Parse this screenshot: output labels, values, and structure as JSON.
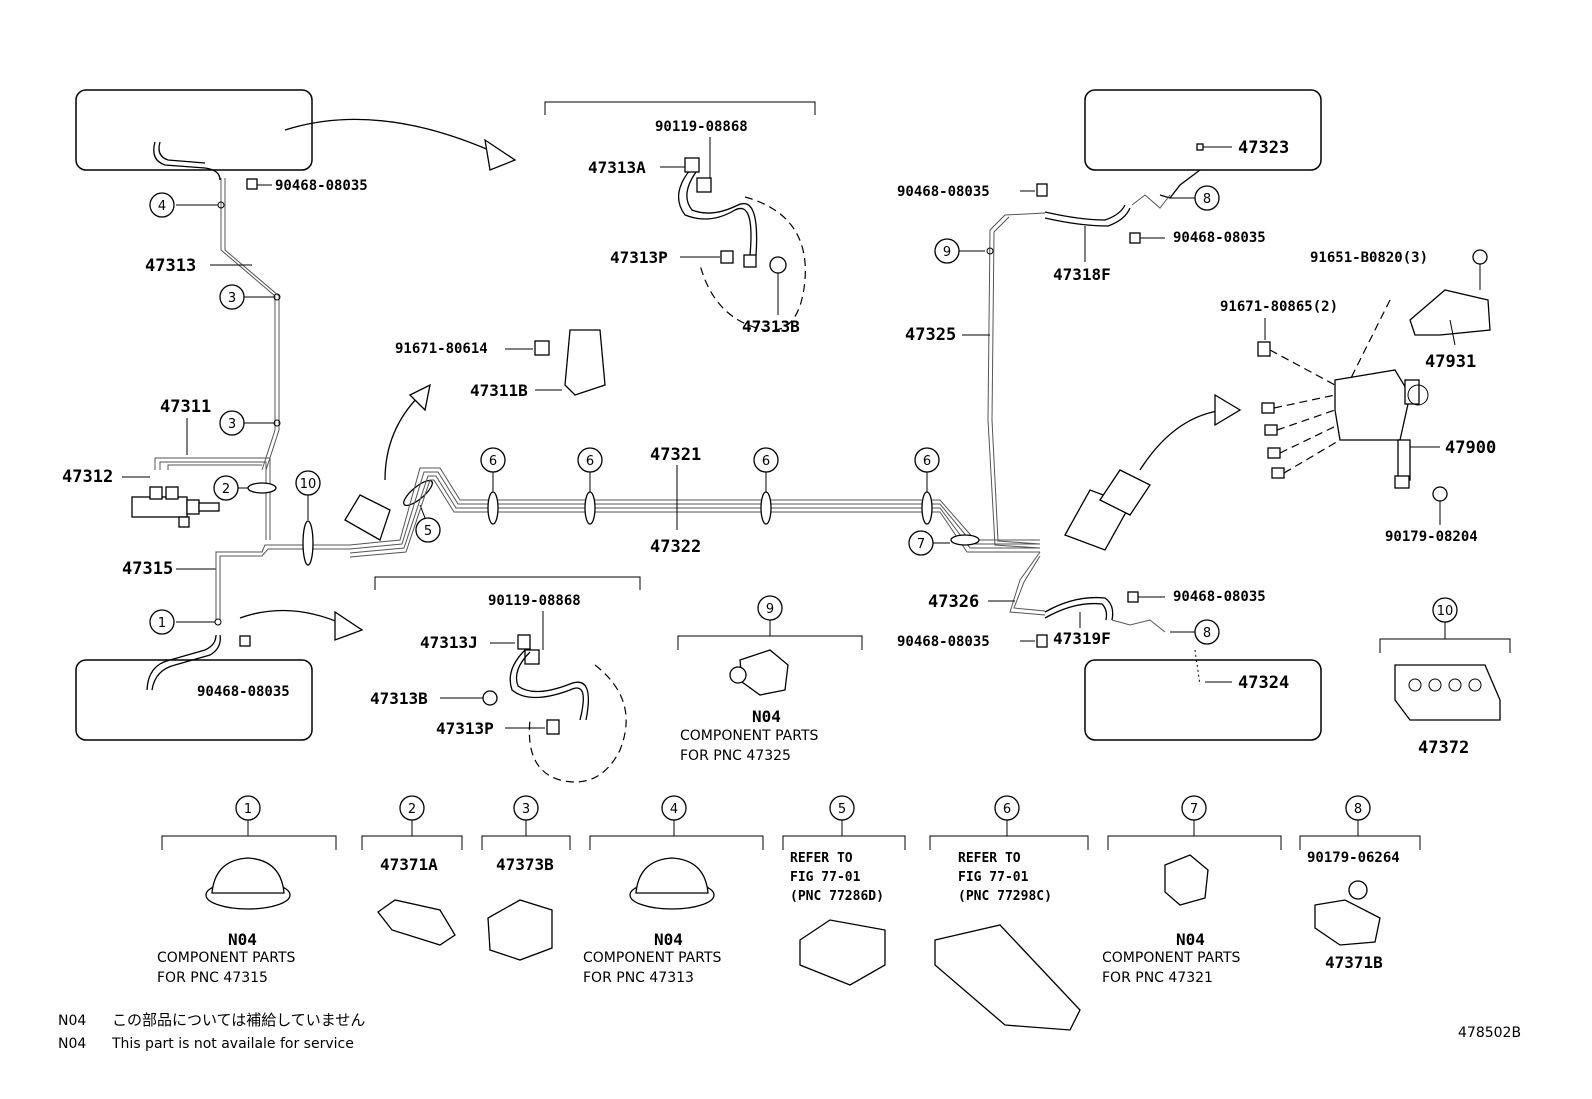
{
  "parts": {
    "p47313": "47313",
    "p47311": "47311",
    "p47312": "47312",
    "p47315": "47315",
    "p90468_tl": "90468-08035",
    "p90468_bl": "90468-08035",
    "p90119_top": "90119-08868",
    "p47313A": "47313A",
    "p47313P_top": "47313P",
    "p47313B_top": "47313B",
    "p91671_80614": "91671-80614",
    "p47311B": "47311B",
    "p47321": "47321",
    "p47322": "47322",
    "p90119_bot": "90119-08868",
    "p47313J": "47313J",
    "p47313B_bot": "47313B",
    "p47313P_bot": "47313P",
    "p47323": "47323",
    "p90468_r1": "90468-08035",
    "p90468_r2": "90468-08035",
    "p47318F": "47318F",
    "p47325": "47325",
    "p91651": "91651-B0820(3)",
    "p91671_80865": "91671-80865(2)",
    "p47931": "47931",
    "p47900": "47900",
    "p90179_08204": "90179-08204",
    "p47326": "47326",
    "p90468_r3": "90468-08035",
    "p90468_r4": "90468-08035",
    "p47319F": "47319F",
    "p47324": "47324",
    "p47372": "47372"
  },
  "callouts": [
    "1",
    "2",
    "3",
    "4",
    "5",
    "6",
    "7",
    "8",
    "9",
    "10"
  ],
  "mid9": {
    "num": "9",
    "code": "N04",
    "line1": "COMPONENT PARTS",
    "line2": "FOR PNC 47325"
  },
  "legend": [
    {
      "num": "1",
      "code": "N04",
      "line1": "COMPONENT PARTS",
      "line2": "FOR PNC 47315"
    },
    {
      "num": "2",
      "part": "47371A"
    },
    {
      "num": "3",
      "part": "47373B"
    },
    {
      "num": "4",
      "code": "N04",
      "line1": "COMPONENT PARTS",
      "line2": "FOR PNC 47313"
    },
    {
      "num": "5",
      "ref1": "REFER TO",
      "ref2": "FIG 77-01",
      "ref3": "(PNC 77286D)"
    },
    {
      "num": "6",
      "ref1": "REFER TO",
      "ref2": "FIG 77-01",
      "ref3": "(PNC 77298C)"
    },
    {
      "num": "7",
      "code": "N04",
      "line1": "COMPONENT PARTS",
      "line2": "FOR PNC 47321"
    },
    {
      "num": "8",
      "part_top": "90179-06264",
      "part": "47371B"
    }
  ],
  "notes": {
    "code1": "N04",
    "jp": "この部品については補給していません",
    "code2": "N04",
    "en": "This part is not availale for service"
  },
  "figure_id": "478502B"
}
